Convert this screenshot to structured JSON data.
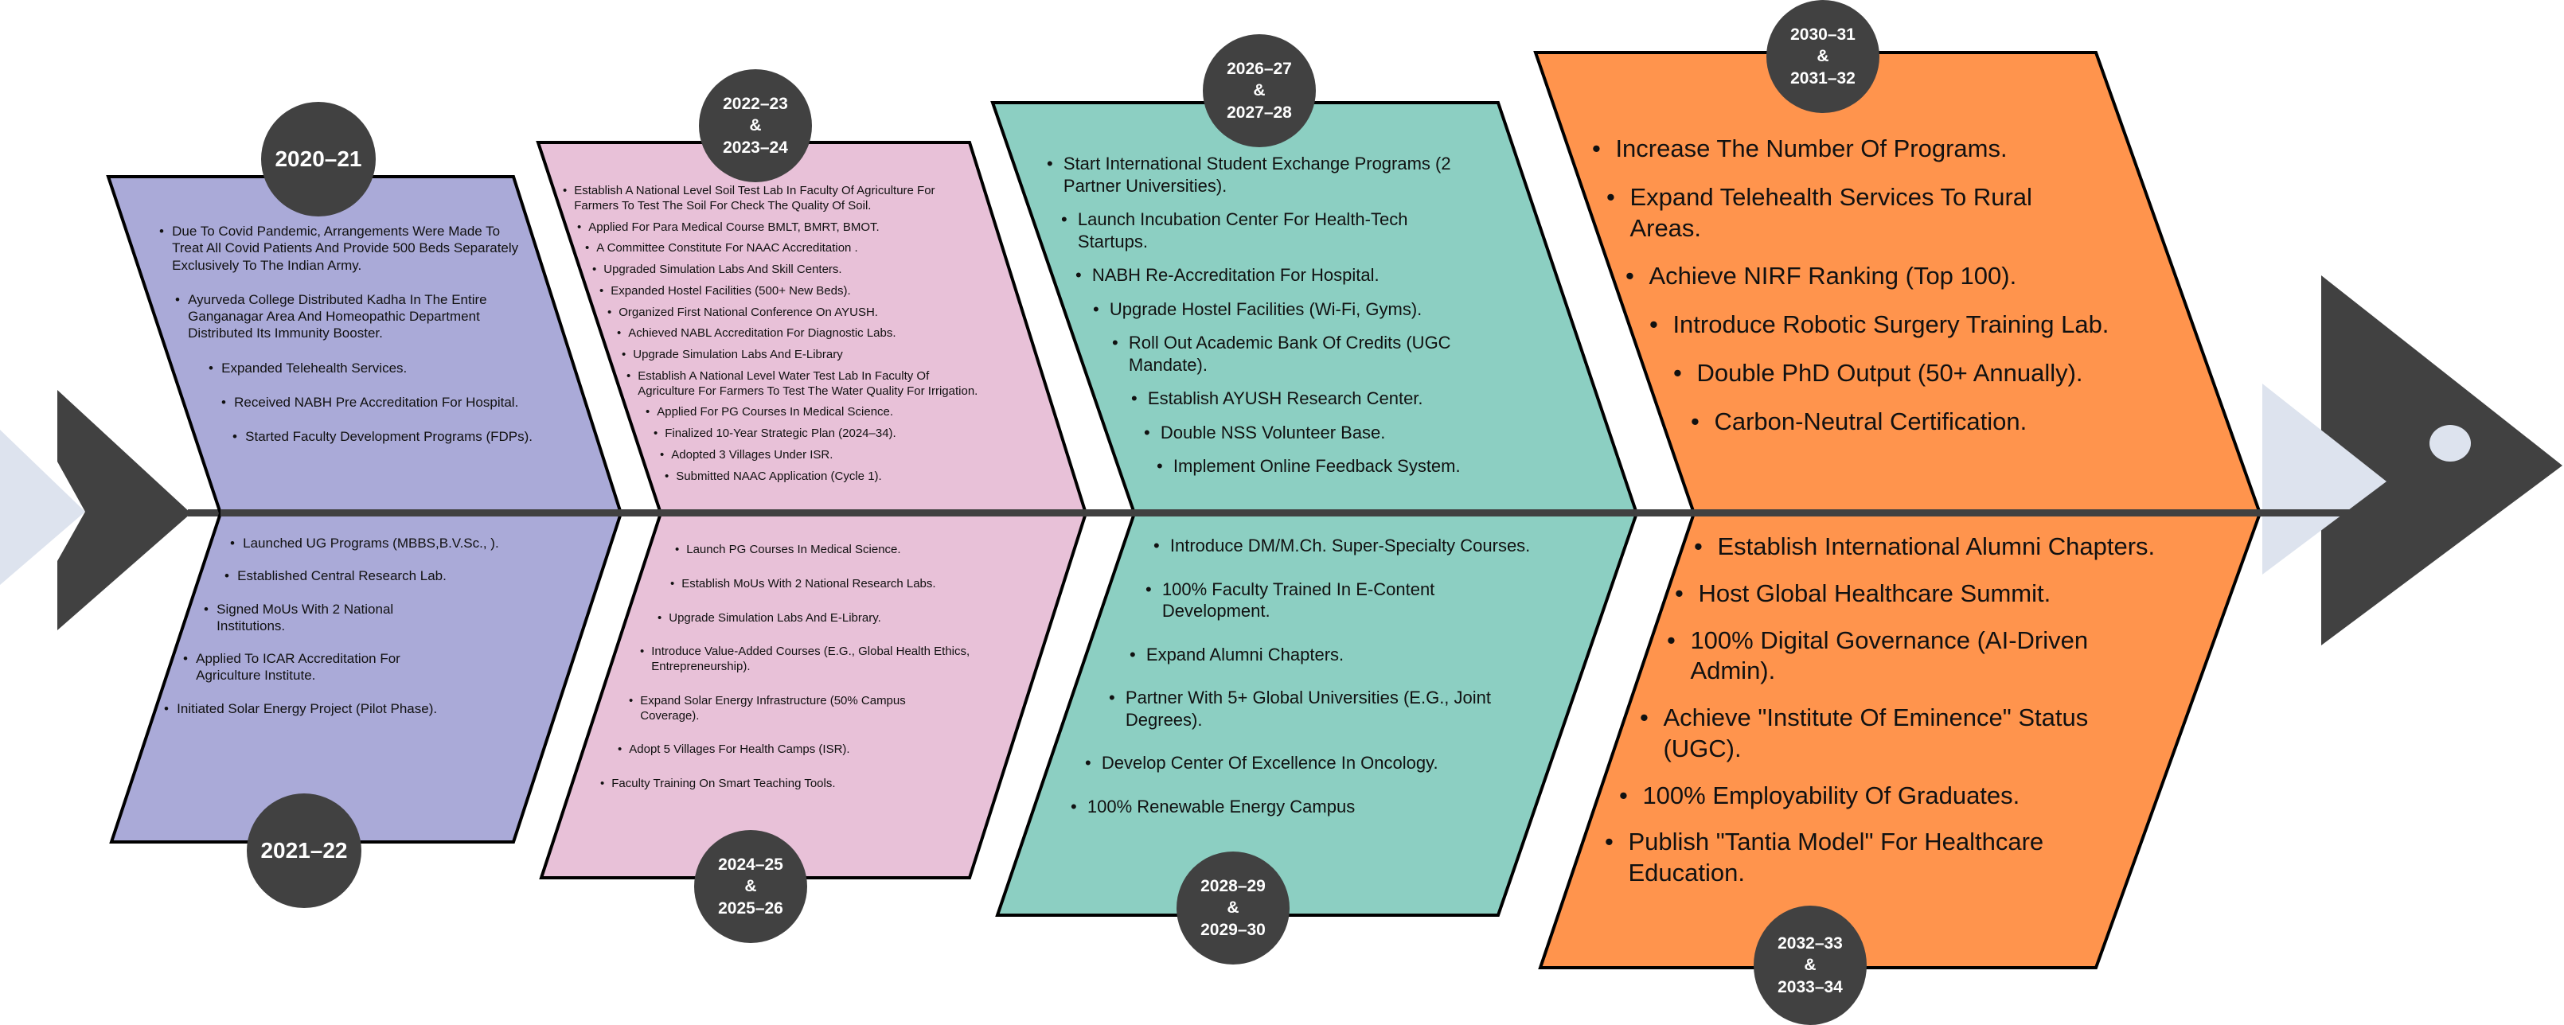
{
  "diagram": {
    "type": "fishbone-timeline",
    "colors": {
      "spine": "#414141",
      "head": "#414141",
      "head_light": "#dde3ee",
      "eye": "#dde3ee",
      "circle_bg": "#414141",
      "circle_text": "#ffffff",
      "block_outline": "#000000"
    }
  },
  "blocks": [
    {
      "color": "#aaaad8",
      "top_label": [
        "2020–21"
      ],
      "bottom_label": [
        "2021–22"
      ],
      "top_items": [
        "Due To Covid Pandemic, Arrangements Were Made To Treat All Covid Patients And Provide 500 Beds Separately Exclusively To The Indian Army.",
        "Ayurveda College Distributed Kadha In The Entire Ganganagar Area And Homeopathic Department Distributed Its Immunity Booster.",
        "Expanded Telehealth Services.",
        "Received NABH Pre Accreditation For Hospital.",
        "Started Faculty Development Programs (FDPs)."
      ],
      "bottom_items": [
        "Launched UG Programs (MBBS,B.V.Sc., ).",
        "Established Central Research Lab.",
        "Signed MoUs With 2 National Institutions.",
        "Applied To  ICAR Accreditation  For Agriculture Institute.",
        "Initiated Solar Energy Project (Pilot Phase)."
      ]
    },
    {
      "color": "#e8c1d8",
      "top_label": [
        "2022–23",
        "&",
        "2023–24"
      ],
      "bottom_label": [
        "2024–25",
        "&",
        "2025–26"
      ],
      "top_items": [
        "Establish A National Level Soil Test Lab In Faculty Of Agriculture For Farmers To Test The Soil For Check The Quality Of Soil.",
        "Applied For Para Medical Course BMLT, BMRT, BMOT.",
        "A Committee Constitute For NAAC Accreditation .",
        "Upgraded Simulation Labs And Skill Centers.",
        "Expanded Hostel Facilities (500+ New Beds).",
        "Organized First National Conference On AYUSH.",
        "Achieved NABL Accreditation For Diagnostic Labs.",
        "Upgrade Simulation Labs And E-Library",
        "Establish A National Level Water Test Lab In Faculty Of Agriculture For Farmers To Test The Water Quality For Irrigation.",
        "Applied For PG Courses In Medical Science.",
        "Finalized 10-Year Strategic Plan (2024–34).",
        "Adopted 3 Villages Under ISR.",
        "Submitted NAAC Application (Cycle 1)."
      ],
      "bottom_items": [
        "Launch PG Courses In Medical Science.",
        "Establish MoUs With 2 National Research Labs.",
        "Upgrade Simulation Labs And E-Library.",
        "Introduce Value-Added Courses (E.G., Global Health Ethics, Entrepreneurship).",
        "Expand Solar Energy Infrastructure (50% Campus Coverage).",
        "Adopt 5 Villages For Health Camps (ISR).",
        "Faculty Training On Smart Teaching Tools."
      ]
    },
    {
      "color": "#8ccfc2",
      "top_label": [
        "2026–27",
        "&",
        "2027–28"
      ],
      "bottom_label": [
        "2028–29",
        "&",
        "2029–30"
      ],
      "top_items": [
        "Start International Student Exchange Programs (2 Partner Universities).",
        "Launch Incubation Center For Health-Tech Startups.",
        "NABH Re-Accreditation For Hospital.",
        "Upgrade Hostel Facilities (Wi-Fi, Gyms).",
        "Roll Out Academic Bank Of Credits (UGC Mandate).",
        "Establish AYUSH Research Center.",
        "Double NSS Volunteer Base.",
        "Implement Online Feedback System."
      ],
      "bottom_items": [
        "Introduce DM/M.Ch. Super-Specialty Courses.",
        "100% Faculty Trained In E-Content Development.",
        "Expand Alumni Chapters.",
        "Partner With 5+ Global Universities (E.G., Joint Degrees).",
        "Develop Center Of Excellence In Oncology.",
        "100% Renewable Energy Campus"
      ]
    },
    {
      "color": "#ff944d",
      "top_label": [
        "2030–31",
        "&",
        "2031–32"
      ],
      "bottom_label": [
        "2032–33",
        "&",
        "2033–34"
      ],
      "top_items": [
        "Increase The Number Of Programs.",
        "Expand Telehealth Services To Rural Areas.",
        "Achieve NIRF Ranking (Top 100).",
        "Introduce Robotic Surgery Training Lab.",
        "Double PhD Output (50+ Annually).",
        "Carbon-Neutral Certification."
      ],
      "bottom_items": [
        "Establish International Alumni Chapters.",
        "Host Global Healthcare Summit.",
        "100% Digital Governance (AI-Driven Admin).",
        "Achieve \"Institute Of Eminence\" Status (UGC).",
        "100% Employability Of Graduates.",
        "Publish \"Tantia Model\" For Healthcare Education."
      ]
    }
  ]
}
